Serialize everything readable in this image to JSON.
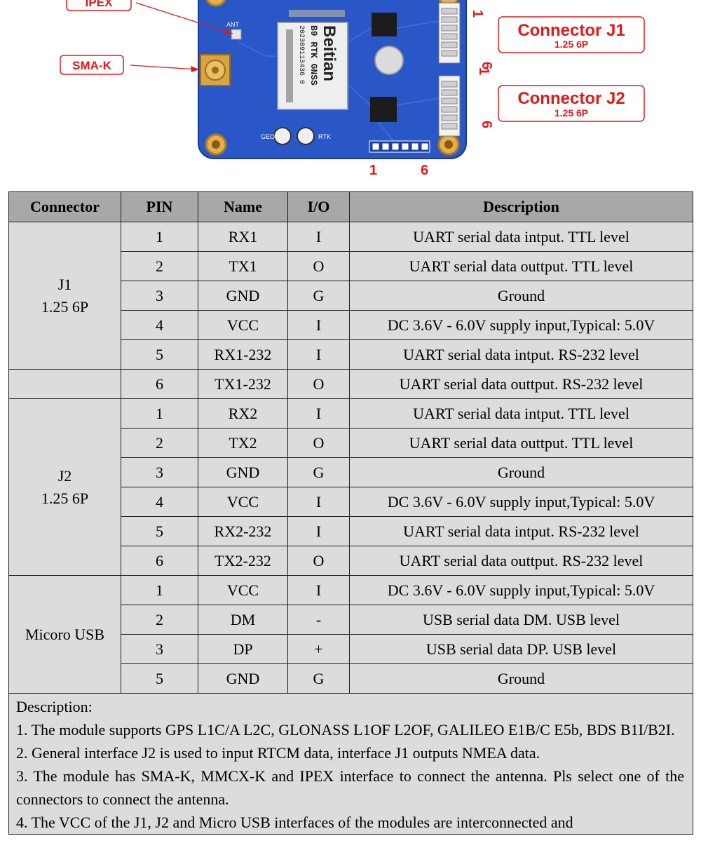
{
  "diagram": {
    "callouts": {
      "ipex": "IPEX",
      "sma": "SMA-K",
      "j1_title": "Connector J1",
      "j1_sub": "1.25 6P",
      "j2_title": "Connector J2",
      "j2_sub": "1.25 6P"
    },
    "pin_markers": {
      "j1_top": "1",
      "j1_bottom": "6",
      "j2_top": "1",
      "j2_bottom": "6",
      "bottom_left": "1",
      "bottom_right": "6"
    },
    "board": {
      "brand": "Beitian",
      "model": "B9 RTK GNSS",
      "serial": "202309113436 0",
      "ant_label": "ANT",
      "geo_label": "GEO",
      "rtk_label": "RTK"
    },
    "colors": {
      "board": "#2a57c8",
      "callout": "#e01a1a",
      "pad": "#e3b04b"
    }
  },
  "table": {
    "headers": [
      "Connector",
      "PIN",
      "Name",
      "I/O",
      "Description"
    ],
    "groups": [
      {
        "connector": [
          "J1",
          "1.25 6P"
        ],
        "rows": [
          {
            "pin": "1",
            "name": "RX1",
            "io": "I",
            "desc": "UART serial data intput. TTL level"
          },
          {
            "pin": "2",
            "name": "TX1",
            "io": "O",
            "desc": "UART serial data outtput. TTL level"
          },
          {
            "pin": "3",
            "name": "GND",
            "io": "G",
            "desc": "Ground"
          },
          {
            "pin": "4",
            "name": "VCC",
            "io": "I",
            "desc": "DC 3.6V - 6.0V supply input,Typical: 5.0V"
          },
          {
            "pin": "5",
            "name": "RX1-232",
            "io": "I",
            "desc": "UART serial data intput. RS-232 level"
          }
        ]
      },
      {
        "connector": [],
        "rows": [
          {
            "pin": "6",
            "name": "TX1-232",
            "io": "O",
            "desc": "UART serial data outtput. RS-232 level"
          }
        ]
      },
      {
        "connector": [
          "J2",
          "1.25 6P"
        ],
        "rows": [
          {
            "pin": "1",
            "name": "RX2",
            "io": "I",
            "desc": "UART serial data intput. TTL level"
          },
          {
            "pin": "2",
            "name": "TX2",
            "io": "O",
            "desc": "UART serial data outtput. TTL level"
          },
          {
            "pin": "3",
            "name": "GND",
            "io": "G",
            "desc": "Ground"
          },
          {
            "pin": "4",
            "name": "VCC",
            "io": "I",
            "desc": "DC 3.6V - 6.0V supply input,Typical: 5.0V"
          },
          {
            "pin": "5",
            "name": "RX2-232",
            "io": "I",
            "desc": "UART serial data intput. RS-232 level"
          },
          {
            "pin": "6",
            "name": "TX2-232",
            "io": "O",
            "desc": "UART serial data outtput. RS-232 level"
          }
        ]
      },
      {
        "connector": [
          "Micoro USB"
        ],
        "rows": [
          {
            "pin": "1",
            "name": "VCC",
            "io": "I",
            "desc": "DC 3.6V - 6.0V supply input,Typical: 5.0V"
          },
          {
            "pin": "2",
            "name": "DM",
            "io": "-",
            "desc": "USB serial data DM. USB level"
          },
          {
            "pin": "3",
            "name": "DP",
            "io": "+",
            "desc": "USB serial data DP. USB level"
          },
          {
            "pin": "5",
            "name": "GND",
            "io": "G",
            "desc": "Ground"
          }
        ]
      }
    ],
    "notes": {
      "heading": "Description:",
      "items": [
        "1.  The module supports GPS L1C/A L2C, GLONASS L1OF L2OF, GALILEO E1B/C E5b, BDS B1I/B2I.",
        "2.  General interface J2 is used to input RTCM data, interface J1 outputs NMEA data.",
        "3.  The module has SMA-K, MMCX-K and IPEX interface to connect the antenna. Pls select one of the connectors to connect the antenna.",
        "4.  The VCC of the J1, J2 and Micro USB interfaces of the modules are interconnected and"
      ]
    }
  }
}
